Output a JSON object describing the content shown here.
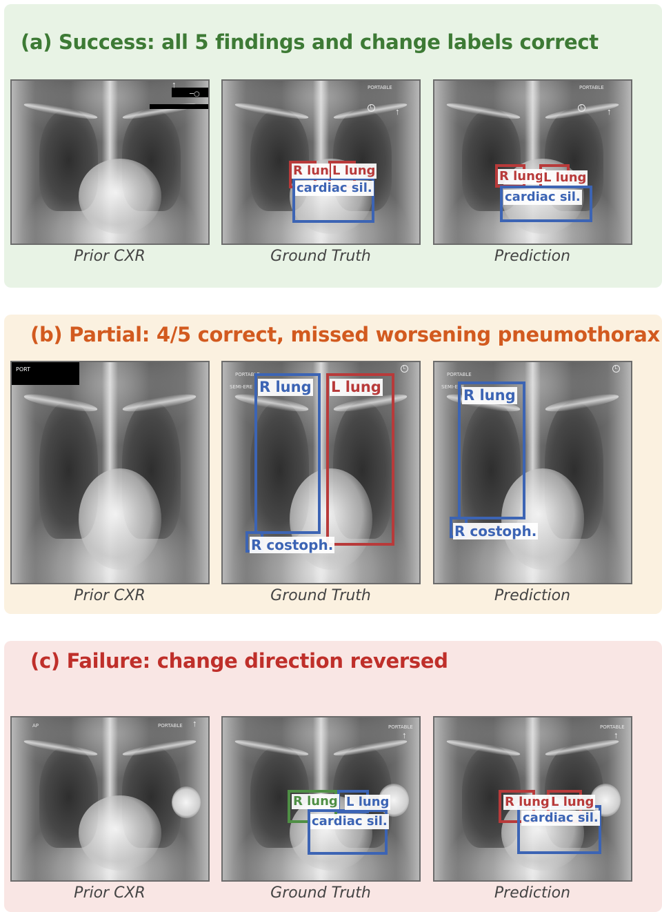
{
  "colors": {
    "success": "#3d7a35",
    "partial": "#d25a1f",
    "failure": "#bf2f2a",
    "box_red": "#b83a3a",
    "box_blue": "#3c64b4",
    "box_green": "#4f8f45"
  },
  "captions": {
    "prior": "Prior CXR",
    "gt": "Ground Truth",
    "pred": "Prediction"
  },
  "panels": {
    "a": {
      "title": "(a) Success: all 5 findings and change labels correct",
      "prior_markers": [
        "↑",
        "─○"
      ],
      "gt_markers": [
        "PORTABLE",
        "L",
        "↑"
      ],
      "pred_markers": [
        "PORTABLE",
        "L",
        "↑"
      ],
      "gt_boxes": [
        "R lung",
        "L lung",
        "cardiac sil."
      ],
      "pred_boxes": [
        "R lung",
        "L lung",
        "cardiac sil."
      ]
    },
    "b": {
      "title": "(b) Partial: 4/5 correct, missed worsening pneumothorax",
      "prior_markers": [
        "PORT"
      ],
      "gt_markers": [
        "PORTABLE",
        "SEMI-ERE",
        "L"
      ],
      "pred_markers": [
        "PORTABLE",
        "SEMI-ERE",
        "L"
      ],
      "gt_boxes": [
        "R lung",
        "L lung",
        "R costoph."
      ],
      "pred_boxes": [
        "R lung",
        "R costoph."
      ]
    },
    "c": {
      "title": "(c) Failure: change direction reversed",
      "prior_markers": [
        "AP",
        "PORTABLE",
        "↑"
      ],
      "gt_markers": [
        "PORTABLE",
        "↑"
      ],
      "pred_markers": [
        "PORTABLE",
        "↑"
      ],
      "gt_boxes": [
        "R lung",
        "L lung",
        "cardiac sil."
      ],
      "pred_boxes": [
        "R lung",
        "L lung",
        "cardiac sil."
      ]
    }
  }
}
